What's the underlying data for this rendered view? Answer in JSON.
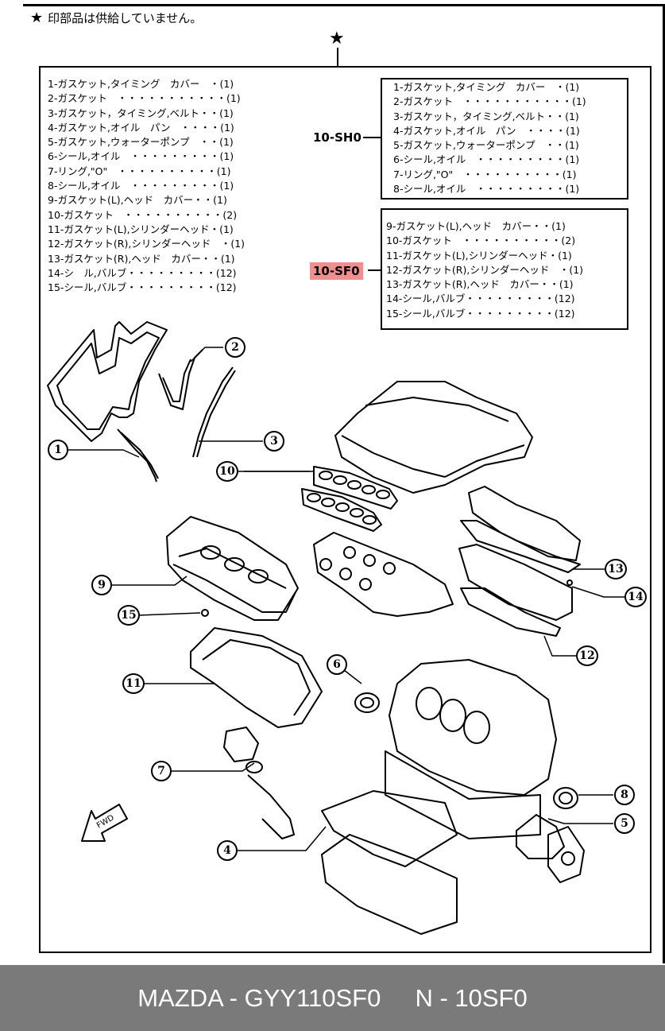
{
  "note": {
    "icon": "star-icon",
    "text": "印部品は供給していません。"
  },
  "top_marker": {
    "icon": "star-icon"
  },
  "full_list": [
    "1-ガスケット,タイミング　カバー　・(1)",
    "2-ガスケット　・・・・・・・・・・・(1)",
    "3-ガスケット，タイミング,ベルト・・(1)",
    "4-ガスケット,オイル　パン　・・・・(1)",
    "5-ガスケット,ウォーターポンプ　・・(1)",
    "6-シール,オイル　・・・・・・・・・(1)",
    "7-リング,\"O\"　・・・・・・・・・・(1)",
    "8-シール,オイル　・・・・・・・・・(1)",
    "9-ガスケット(L),ヘッド　カバー・・(1)",
    "10-ガスケット　・・・・・・・・・・(2)",
    "11-ガスケット(L),シリンダーヘッド・(1)",
    "12-ガスケット(R),シリンダーヘッド　・(1)",
    "13-ガスケット(R),ヘッド　カバー・・(1)",
    "14-シ　ル,バルブ・・・・・・・・・(12)",
    "15-シール,バルブ・・・・・・・・・(12)"
  ],
  "kit_sh0": {
    "label": "10-SH0",
    "items": [
      "1-ガスケット,タイミング　カバー　・(1)",
      "2-ガスケット　・・・・・・・・・・・(1)",
      "3-ガスケット，タイミング,ベルト・・(1)",
      "4-ガスケット,オイル　パン　・・・・(1)",
      "5-ガスケット,ウォーターポンプ　・・(1)",
      "6-シール,オイル　・・・・・・・・・(1)",
      "7-リング,\"O\"　・・・・・・・・・・(1)",
      "8-シール,オイル　・・・・・・・・・(1)"
    ]
  },
  "kit_sf0": {
    "label": "10-SF0",
    "highlight_color": "#f08f8f",
    "items": [
      "9-ガスケット(L),ヘッド　カバー・・(1)",
      "10-ガスケット　・・・・・・・・・・(2)",
      "11-ガスケット(L),シリンダーヘッド・(1)",
      "12-ガスケット(R),シリンダーヘッド　・(1)",
      "13-ガスケット(R),ヘッド　カバー・・(1)",
      "14-シール,バルブ・・・・・・・・・(12)",
      "15-シール,バルブ・・・・・・・・・(12)"
    ]
  },
  "callouts": [
    "1",
    "2",
    "3",
    "4",
    "5",
    "6",
    "7",
    "8",
    "9",
    "10",
    "11",
    "12",
    "13",
    "14",
    "15"
  ],
  "fwd_label": "FWD",
  "footer": {
    "left": "MAZDA - GYY110SF0",
    "right": "N - 10SF0",
    "background": "#7a7a7a"
  }
}
